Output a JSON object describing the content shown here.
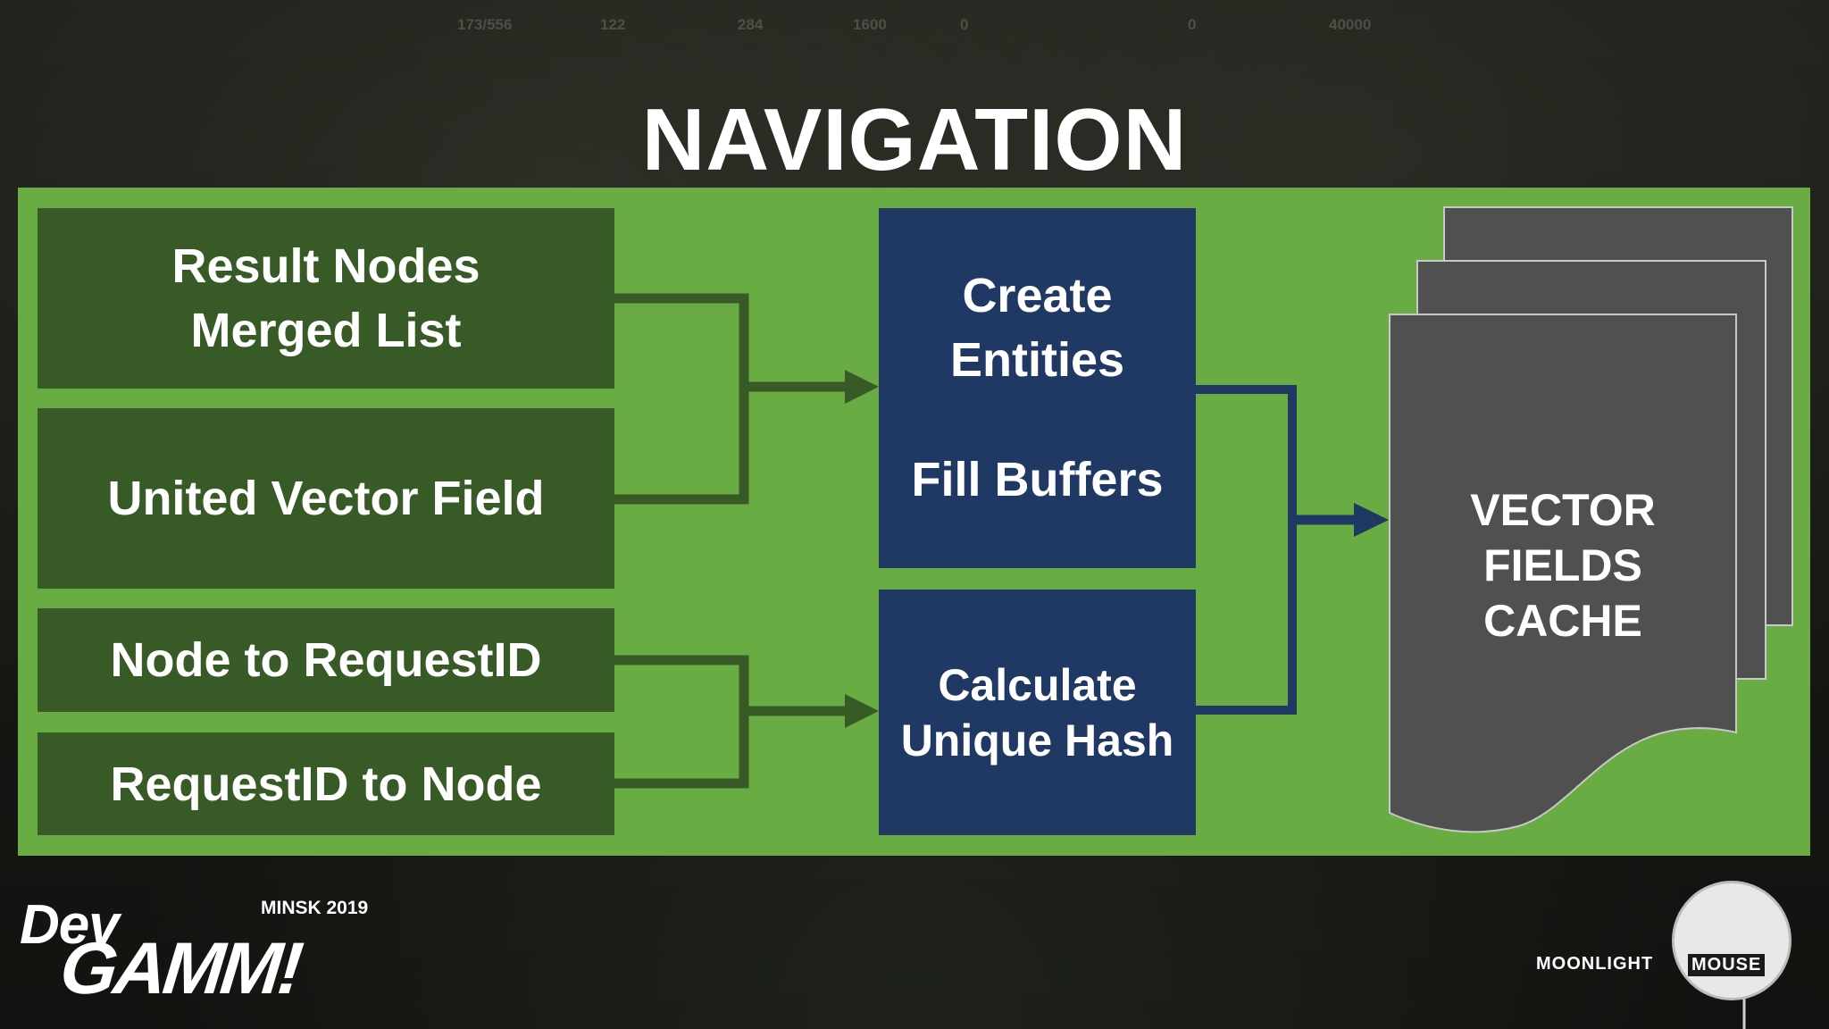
{
  "slide": {
    "title": "NAVIGATION"
  },
  "hud": {
    "values": [
      "173/556",
      "122",
      "284",
      "1600",
      "0",
      "0",
      "40000"
    ]
  },
  "inputs": {
    "result_nodes": "Result Nodes\nMerged List",
    "united_vector_field": "United Vector Field",
    "node_to_request": "Node to RequestID",
    "request_to_node": "RequestID to Node"
  },
  "processes": {
    "create_entities": "Create\nEntities",
    "fill_buffers": "Fill Buffers",
    "calculate_hash": "Calculate\nUnique Hash"
  },
  "output": {
    "cache_label": "VECTOR\nFIELDS\nCACHE"
  },
  "logos": {
    "event_dev": "Dev",
    "event_gamm": "GAMM!",
    "event_city": "MINSK 2019",
    "studio_left": "MOONLIGHT",
    "studio_right": "MOUSE"
  },
  "colors": {
    "panel_green": "#6aac44",
    "box_dark_green": "#375a27",
    "box_navy": "#203864",
    "cache_gray": "#505050",
    "arrow_green": "#375a27",
    "arrow_navy": "#203864"
  }
}
